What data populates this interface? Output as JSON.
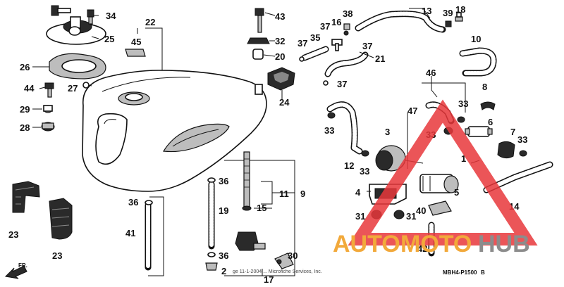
{
  "callouts": {
    "c34": "34",
    "c25": "25",
    "c22": "22",
    "c45": "45",
    "c26": "26",
    "c44": "44",
    "c27": "27",
    "c29": "29",
    "c28": "28",
    "c43": "43",
    "c32": "32",
    "c20": "20",
    "c24": "24",
    "c35": "35",
    "c37a": "37",
    "c16": "16",
    "c38": "38",
    "c37b": "37",
    "c37c": "37",
    "c21": "21",
    "c37d": "37",
    "c13": "13",
    "c39": "39",
    "c18": "18",
    "c10": "10",
    "c46": "46",
    "c47": "47",
    "c33a": "33",
    "c33b": "33",
    "c33c": "33",
    "c33d": "33",
    "c33e": "33",
    "c8": "8",
    "c6": "6",
    "c7": "7",
    "c3": "3",
    "c12": "12",
    "c1": "1",
    "c4": "4",
    "c5": "5",
    "c40": "40",
    "c31a": "31",
    "c31b": "31",
    "c14": "14",
    "c42": "42",
    "c36a": "36",
    "c36b": "36",
    "c36c": "36",
    "c19": "19",
    "c11": "11",
    "c15": "15",
    "c9": "9",
    "c41": "41",
    "c2": "2",
    "c17": "17",
    "c30": "30",
    "c23a": "23",
    "c23b": "23"
  },
  "texts": {
    "front_label": "FR.",
    "diagram_code": "MBH4-P1500",
    "diagram_code_suffix": "B",
    "copyright_line": "ge 11-1-2004 ... Microfiche Services, Inc."
  },
  "watermark": {
    "part1": "AUTO",
    "part2": "MOTO",
    "part3": "HUB",
    "colors": {
      "orange": "#f2a93b",
      "grey": "#8c8c8c",
      "red": "#e8373b"
    }
  }
}
